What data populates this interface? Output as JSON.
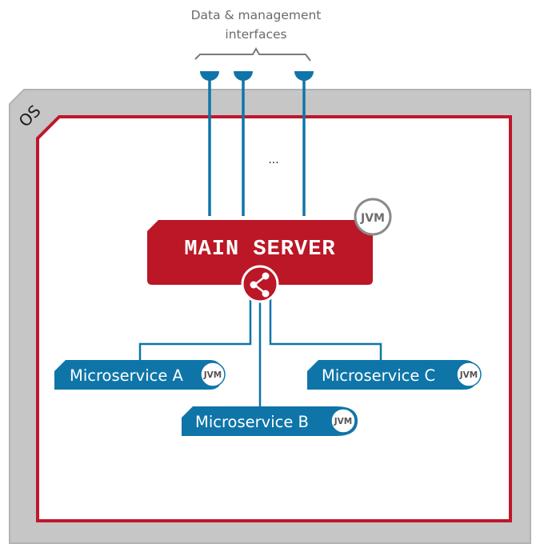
{
  "diagram": {
    "caption_line1": "Data & management",
    "caption_line2": "interfaces",
    "os_label": "OS",
    "ellipsis": "...",
    "main_server": {
      "label": "MAIN SERVER",
      "runtime_badge": "JVM",
      "hub_icon": "share-icon"
    },
    "microservices": [
      {
        "label": "Microservice A",
        "runtime_badge": "JVM"
      },
      {
        "label": "Microservice B",
        "runtime_badge": "JVM"
      },
      {
        "label": "Microservice C",
        "runtime_badge": "JVM"
      }
    ],
    "interfaces_count": 3,
    "colors": {
      "os_fill": "#c6c6c6",
      "os_border": "#b0b0b0",
      "container_border": "#c0172b",
      "main_server_fill": "#bb1726",
      "microservice_fill": "#0f75a8",
      "connector": "#0f75a8",
      "jvm_ring": "#8a8a8a"
    }
  }
}
